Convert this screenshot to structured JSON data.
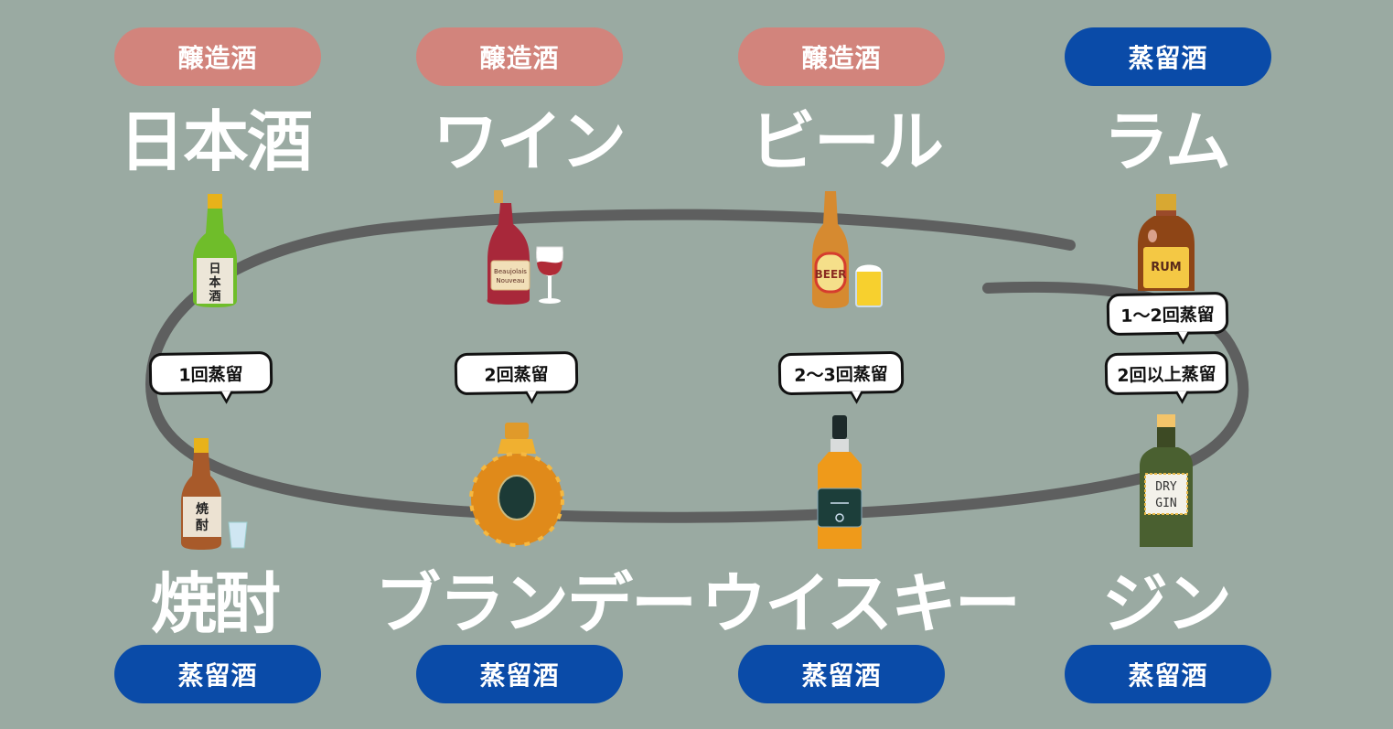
{
  "colors": {
    "background": "#9aaaa2",
    "brewed_pill": "#d2847c",
    "distilled_pill": "#0a4ba8",
    "loop_stroke": "#5e5f5f",
    "text": "#ffffff"
  },
  "top_row": [
    {
      "category": "醸造酒",
      "name": "日本酒",
      "icon": "sake-bottle-icon",
      "label_text": "日本酒"
    },
    {
      "category": "醸造酒",
      "name": "ワイン",
      "icon": "wine-bottle-glass-icon",
      "label_text": "Beaujolais Nouveau"
    },
    {
      "category": "醸造酒",
      "name": "ビール",
      "icon": "beer-bottle-glass-icon",
      "label_text": "BEER"
    },
    {
      "category": "蒸留酒",
      "name": "ラム",
      "icon": "rum-bottle-icon",
      "label_text": "RUM"
    }
  ],
  "bottom_row": [
    {
      "category": "蒸留酒",
      "name": "焼酎",
      "icon": "shochu-bottle-glass-icon",
      "label_text": "焼酎"
    },
    {
      "category": "蒸留酒",
      "name": "ブランデー",
      "icon": "brandy-bottle-icon",
      "label_text": ""
    },
    {
      "category": "蒸留酒",
      "name": "ウイスキー",
      "icon": "whisky-bottle-icon",
      "label_text": ""
    },
    {
      "category": "蒸留酒",
      "name": "ジン",
      "icon": "gin-bottle-icon",
      "label_text": "DRY GIN"
    }
  ],
  "bubbles": {
    "shochu": "1回蒸留",
    "brandy": "2回蒸留",
    "whisky": "2〜3回蒸留",
    "rum": "1〜2回蒸留",
    "gin": "2回以上蒸留"
  }
}
